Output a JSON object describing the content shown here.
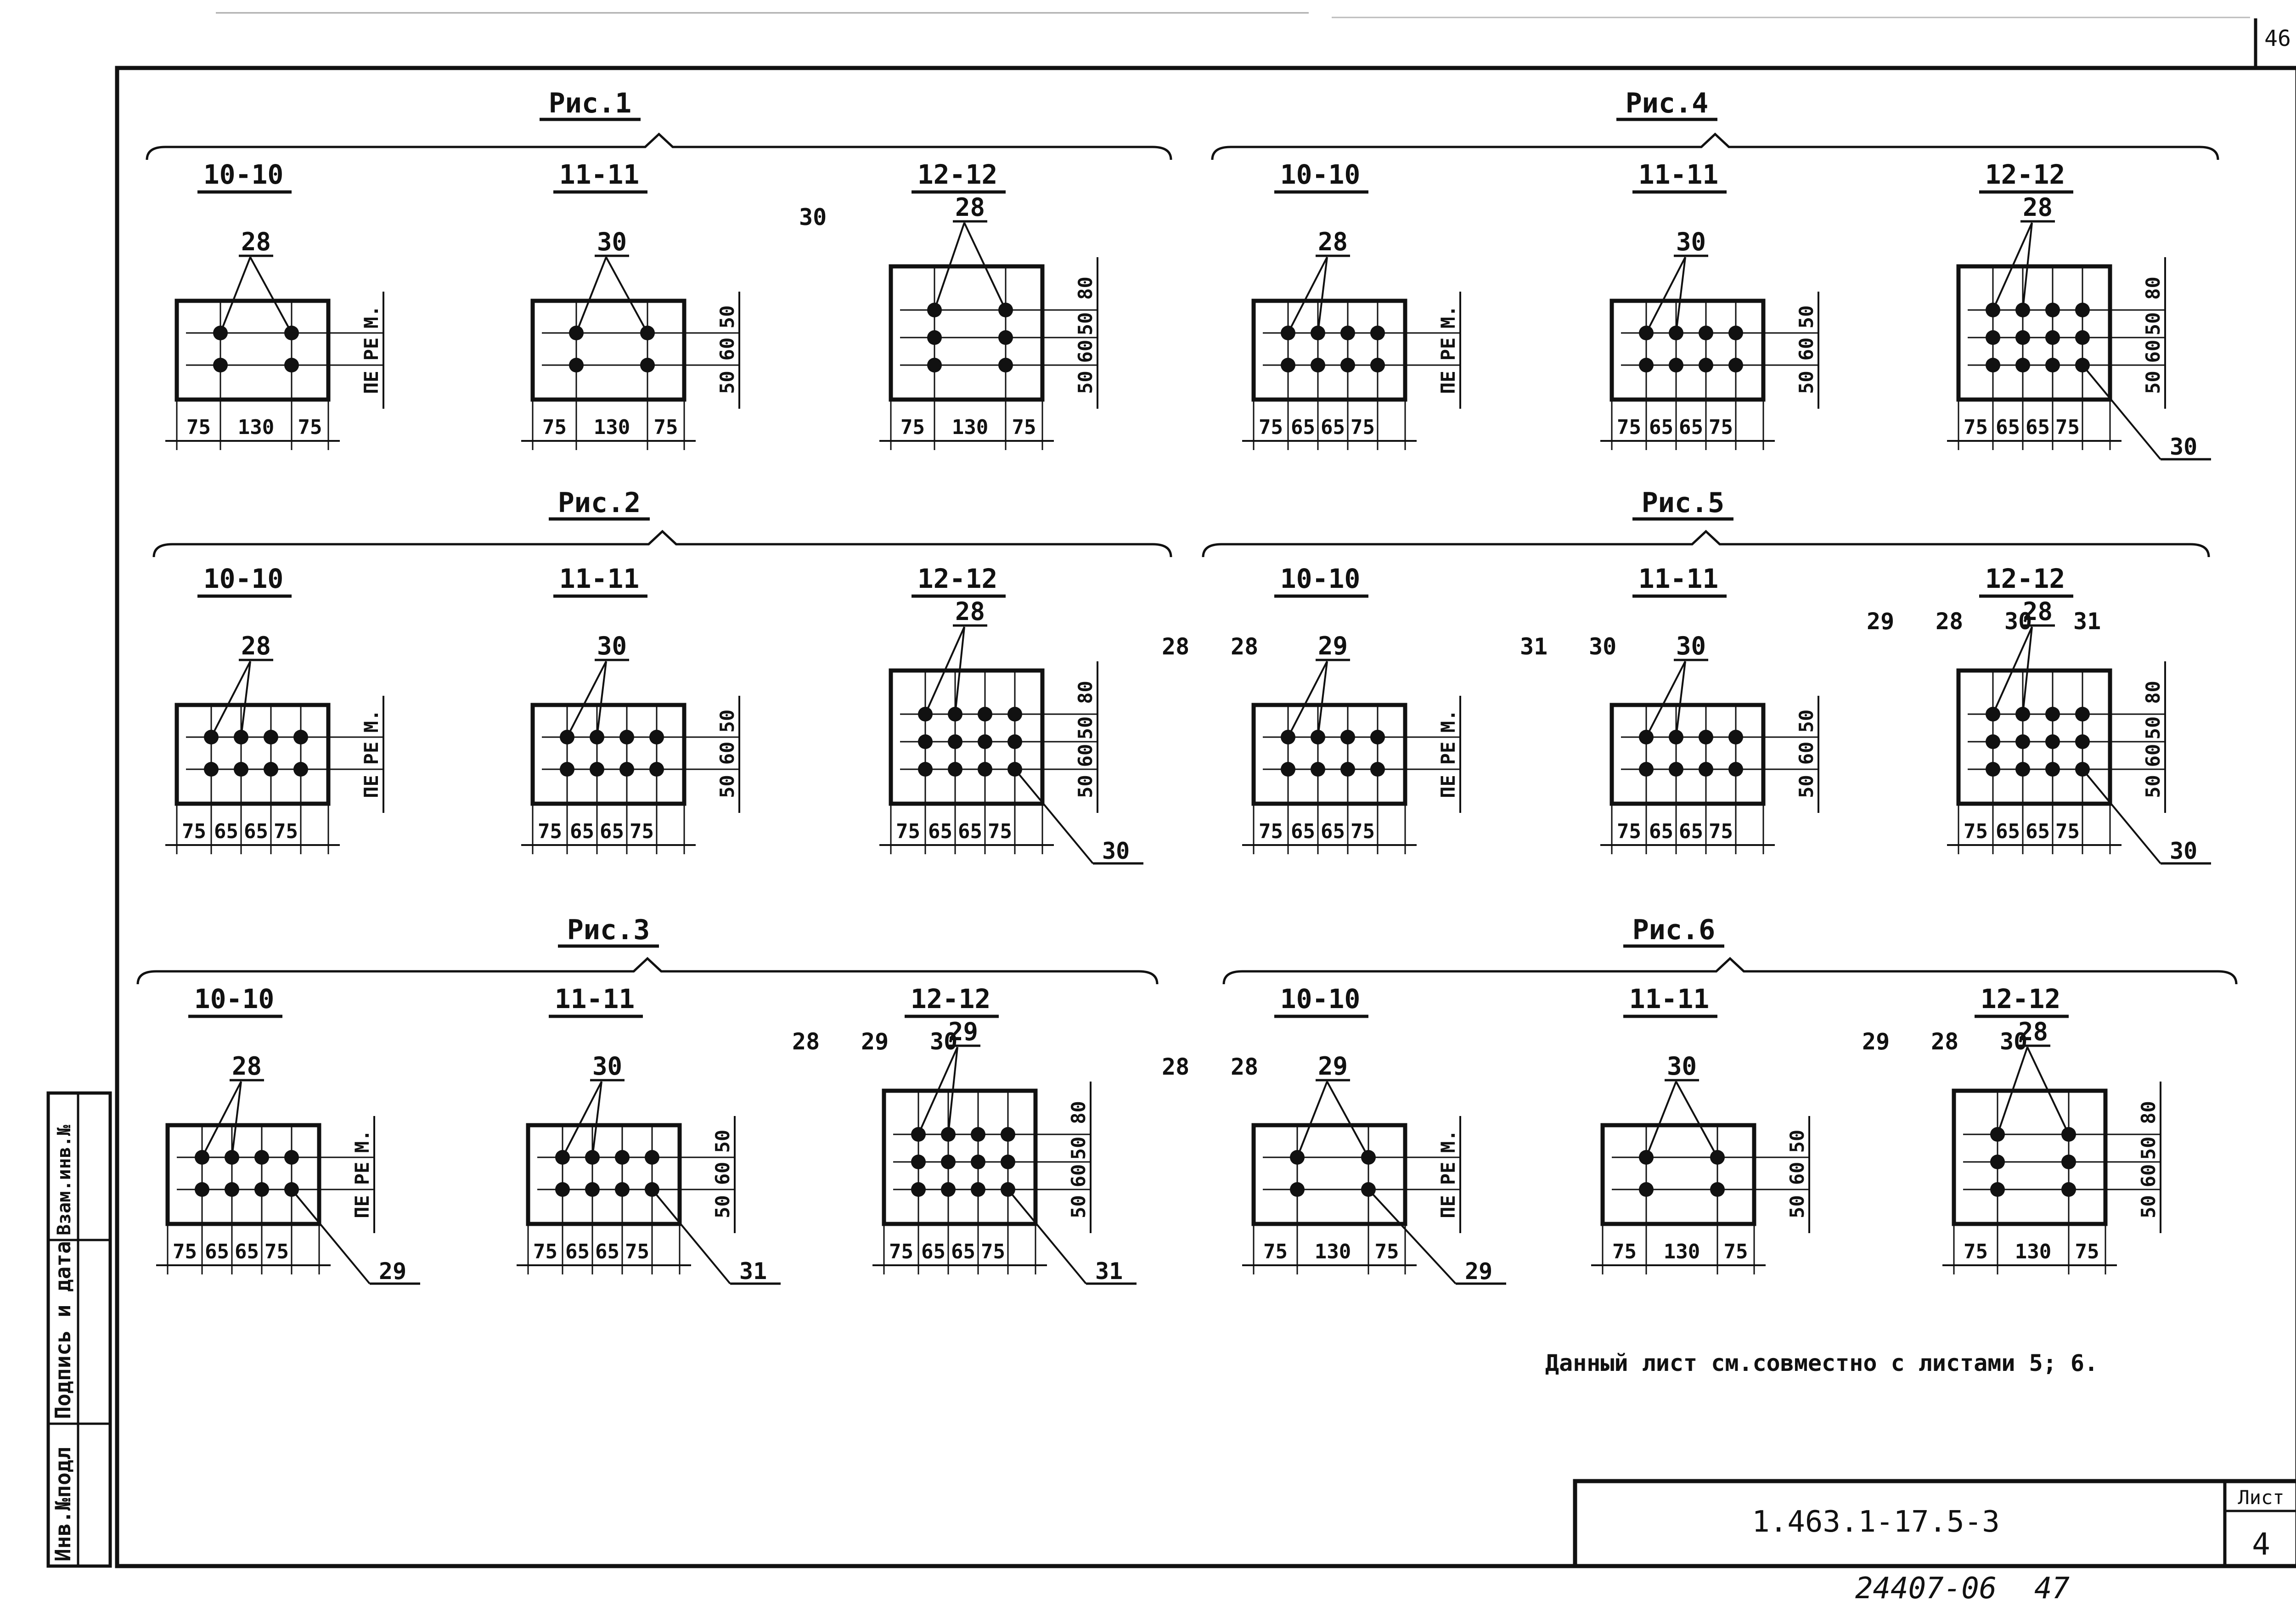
{
  "sheet": {
    "corner_number": "46",
    "doc_code": "1.463.1-17.5-3",
    "list_label": "Лист",
    "list_number": "4",
    "archive_number": "24407-06",
    "archive_page": "47",
    "note": "Данный лист см.совместно с листами 5; 6.",
    "side_stamp": [
      "Инв.№подл",
      "Подпись и дата",
      "Взам.инв.№"
    ]
  },
  "figures": [
    {
      "title": "Рис.1",
      "sections": [
        {
          "label": "10-10",
          "leader_labels": [
            "28"
          ],
          "bottom_dims": [
            "75",
            "130",
            "75"
          ],
          "side_dims": [
            "ПЕ",
            "РЕ",
            "М."
          ],
          "bottom_right_label": ""
        },
        {
          "label": "11-11",
          "leader_labels": [
            "30"
          ],
          "bottom_dims": [
            "75",
            "130",
            "75"
          ],
          "side_dims": [
            "50",
            "60",
            "50"
          ],
          "bottom_right_label": ""
        },
        {
          "label": "12-12",
          "leader_labels": [
            "28",
            "30"
          ],
          "bottom_dims": [
            "75",
            "130",
            "75"
          ],
          "side_dims": [
            "50",
            "60",
            "50",
            "80"
          ],
          "bottom_right_label": ""
        }
      ]
    },
    {
      "title": "Рис.2",
      "sections": [
        {
          "label": "10-10",
          "leader_labels": [
            "28"
          ],
          "bottom_dims": [
            "75",
            "65",
            "65",
            "75"
          ],
          "side_dims": [
            "ПЕ",
            "РЕ",
            "М."
          ],
          "bottom_right_label": ""
        },
        {
          "label": "11-11",
          "leader_labels": [
            "30"
          ],
          "bottom_dims": [
            "75",
            "65",
            "65",
            "75"
          ],
          "side_dims": [
            "50",
            "60",
            "50"
          ],
          "bottom_right_label": ""
        },
        {
          "label": "12-12",
          "leader_labels": [
            "28"
          ],
          "bottom_dims": [
            "75",
            "65",
            "65",
            "75"
          ],
          "side_dims": [
            "50",
            "60",
            "50",
            "80"
          ],
          "bottom_right_label": "30"
        }
      ]
    },
    {
      "title": "Рис.3",
      "sections": [
        {
          "label": "10-10",
          "leader_labels": [
            "28"
          ],
          "bottom_dims": [
            "75",
            "65",
            "65",
            "75"
          ],
          "side_dims": [
            "ПЕ",
            "РЕ",
            "М."
          ],
          "bottom_right_label": "29"
        },
        {
          "label": "11-11",
          "leader_labels": [
            "30"
          ],
          "bottom_dims": [
            "75",
            "65",
            "65",
            "75"
          ],
          "side_dims": [
            "50",
            "60",
            "50"
          ],
          "bottom_right_label": "31"
        },
        {
          "label": "12-12",
          "leader_labels": [
            "29",
            "28",
            "29",
            "30"
          ],
          "bottom_dims": [
            "75",
            "65",
            "65",
            "75"
          ],
          "side_dims": [
            "50",
            "60",
            "50",
            "80"
          ],
          "bottom_right_label": "31"
        }
      ]
    },
    {
      "title": "Рис.4",
      "sections": [
        {
          "label": "10-10",
          "leader_labels": [
            "28"
          ],
          "bottom_dims": [
            "75",
            "65",
            "65",
            "75"
          ],
          "side_dims": [
            "ПЕ",
            "РЕ",
            "М."
          ],
          "bottom_right_label": ""
        },
        {
          "label": "11-11",
          "leader_labels": [
            "30"
          ],
          "bottom_dims": [
            "75",
            "65",
            "65",
            "75"
          ],
          "side_dims": [
            "50",
            "60",
            "50"
          ],
          "bottom_right_label": ""
        },
        {
          "label": "12-12",
          "leader_labels": [
            "28"
          ],
          "bottom_dims": [
            "75",
            "65",
            "65",
            "75"
          ],
          "side_dims": [
            "50",
            "60",
            "50",
            "80"
          ],
          "bottom_right_label": "30"
        }
      ]
    },
    {
      "title": "Рис.5",
      "sections": [
        {
          "label": "10-10",
          "leader_labels": [
            "29",
            "28",
            "28"
          ],
          "bottom_dims": [
            "75",
            "65",
            "65",
            "75"
          ],
          "side_dims": [
            "ПЕ",
            "РЕ",
            "М."
          ],
          "bottom_right_label": ""
        },
        {
          "label": "11-11",
          "leader_labels": [
            "30",
            "31",
            "30"
          ],
          "bottom_dims": [
            "75",
            "65",
            "65",
            "75"
          ],
          "side_dims": [
            "50",
            "60",
            "50"
          ],
          "bottom_right_label": ""
        },
        {
          "label": "12-12",
          "leader_labels": [
            "28",
            "29",
            "28",
            "30",
            "31"
          ],
          "bottom_dims": [
            "75",
            "65",
            "65",
            "75"
          ],
          "side_dims": [
            "50",
            "60",
            "50",
            "80"
          ],
          "bottom_right_label": "30"
        }
      ]
    },
    {
      "title": "Рис.6",
      "sections": [
        {
          "label": "10-10",
          "leader_labels": [
            "29",
            "28",
            "28"
          ],
          "bottom_dims": [
            "75",
            "130",
            "75"
          ],
          "side_dims": [
            "ПЕ",
            "РЕ",
            "М."
          ],
          "bottom_right_label": "29"
        },
        {
          "label": "11-11",
          "leader_labels": [
            "30"
          ],
          "bottom_dims": [
            "75",
            "130",
            "75"
          ],
          "side_dims": [
            "50",
            "60",
            "50"
          ],
          "bottom_right_label": ""
        },
        {
          "label": "12-12",
          "leader_labels": [
            "28",
            "29",
            "28",
            "30"
          ],
          "bottom_dims": [
            "75",
            "130",
            "75"
          ],
          "side_dims": [
            "50",
            "60",
            "50",
            "80"
          ],
          "bottom_right_label": ""
        }
      ]
    }
  ]
}
